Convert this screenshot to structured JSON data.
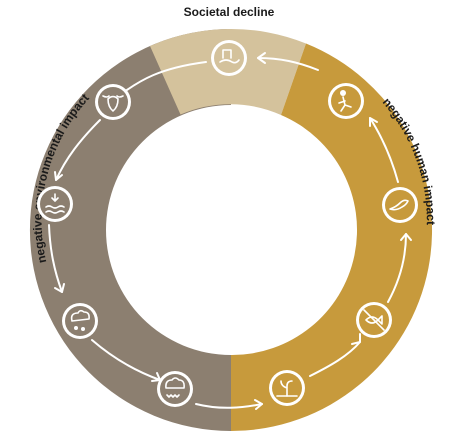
{
  "labels": {
    "top": "Societal decline",
    "left": "negative environmental impact",
    "right": "negative human impact"
  },
  "colors": {
    "environmental": "#8c7f70",
    "societal": "#d4c29c",
    "human": "#c79a3c",
    "icon_circle": "#ffffff"
  },
  "stages": [
    {
      "name": "societal-decline-icon",
      "semantic": "hand holding cup"
    },
    {
      "name": "skull-icon",
      "semantic": "animal skull"
    },
    {
      "name": "water-level-icon",
      "semantic": "water level with down arrow"
    },
    {
      "name": "rain-cloud-icon",
      "semantic": "cloud with rain drops"
    },
    {
      "name": "drought-cloud-icon",
      "semantic": "cloud over dry ground"
    },
    {
      "name": "dying-plant-icon",
      "semantic": "wilting plant in cracked soil"
    },
    {
      "name": "no-fishing-icon",
      "semantic": "crossed-out fish"
    },
    {
      "name": "hand-icon",
      "semantic": "open hand"
    },
    {
      "name": "person-kneeling-icon",
      "semantic": "person in distress"
    }
  ]
}
